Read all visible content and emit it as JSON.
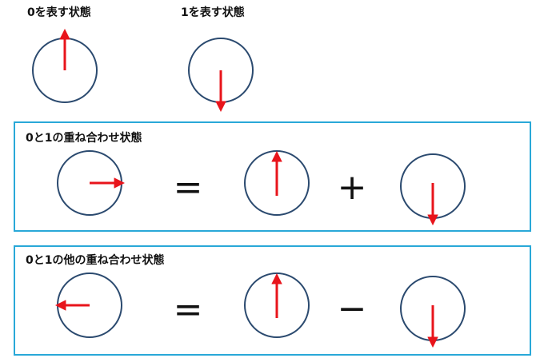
{
  "labels": {
    "zero_state": "0を表す状態",
    "one_state": "1を表す状態",
    "superposition": "0と1の重ね合わせ状態",
    "other_superposition": "0と1の他の重ね合わせ状態"
  },
  "symbols": {
    "equals": "=",
    "plus": "+",
    "minus": "−"
  },
  "colors": {
    "circle": "#2b4a6f",
    "arrow": "#e8141b",
    "box_border": "#29a8d8",
    "symbol": "#111111"
  }
}
